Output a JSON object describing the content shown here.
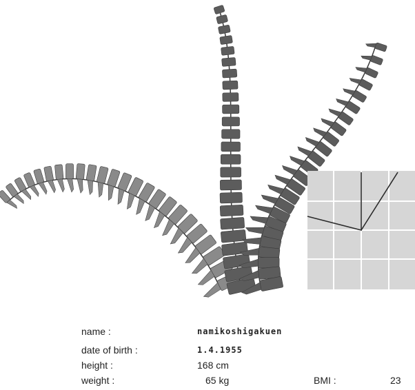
{
  "viewer": {
    "colors": {
      "vertebra_fill": "#5c5c5c",
      "vertebra_fill_light": "#8a8a8a",
      "outline": "#3a3a3a",
      "graph_bg": "#d6d6d6",
      "graph_grid": "#ffffff",
      "graph_line": "#2a2a2a"
    },
    "views": [
      "lateral-left",
      "frontal-center",
      "lateral-right"
    ],
    "icons": [
      "spine-lateral-icon",
      "spine-frontal-icon",
      "angle-graph-icon"
    ]
  },
  "patient": {
    "name_label": "name :",
    "name_value": "namikoshigakuen",
    "dob_label": "date of birth :",
    "dob_value": "1.4.1955",
    "height_label": "height :",
    "height_value": "168 cm",
    "weight_label": "weight :",
    "weight_value": "65 kg",
    "bmi_label": "BMI :",
    "bmi_value": "23"
  }
}
